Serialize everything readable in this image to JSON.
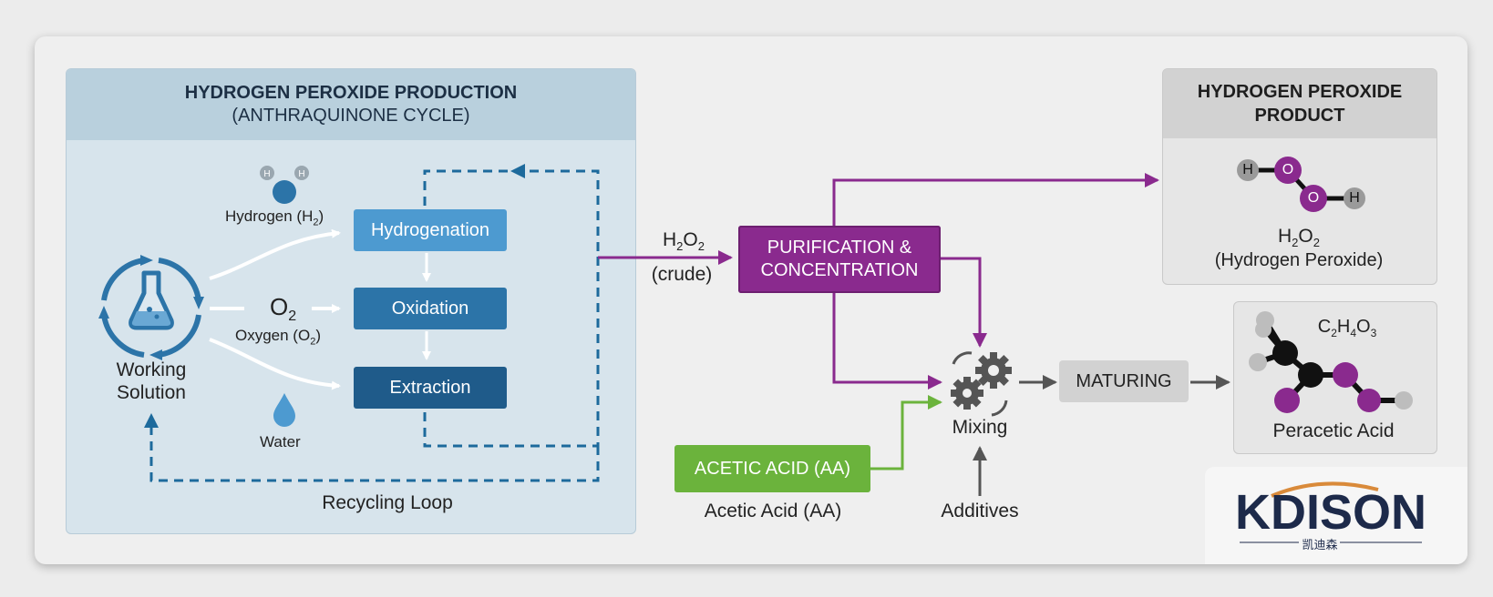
{
  "left_panel": {
    "title": "HYDROGEN PEROXIDE PRODUCTION",
    "subtitle": "(ANTHRAQUINONE CYCLE)",
    "working_solution": [
      "Working",
      "Solution"
    ],
    "hydrogen_atom": "H",
    "hydrogen_label": "Hydrogen (H",
    "hydrogen_sub": "2",
    "hydrogen_close": ")",
    "oxygen_formula": "O",
    "oxygen_formula_sub": "2",
    "oxygen_label": "Oxygen (O",
    "oxygen_sub": "2",
    "oxygen_close": ")",
    "water_label": "Water",
    "steps": [
      "Hydrogenation",
      "Oxidation",
      "Extraction"
    ],
    "recycling_label": "Recycling Loop"
  },
  "crude": {
    "formula_a": "H",
    "sub_a": "2",
    "formula_b": "O",
    "sub_b": "2",
    "label": "(crude)"
  },
  "purification": {
    "line1": "PURIFICATION &",
    "line2": "CONCENTRATION"
  },
  "product_panel": {
    "title_line1": "HYDROGEN PEROXIDE",
    "title_line2": "PRODUCT",
    "atoms": [
      "H",
      "O",
      "O",
      "H"
    ],
    "formula_a": "H",
    "sub_a": "2",
    "formula_b": "O",
    "sub_b": "2",
    "name": "(Hydrogen Peroxide)"
  },
  "mixing_label": "Mixing",
  "maturing_label": "MATURING",
  "acetic_box": "ACETIC ACID (AA)",
  "acetic_label": "Acetic Acid (AA)",
  "additives_label": "Additives",
  "peracetic": {
    "f_c": "C",
    "s_c": "2",
    "f_h": "H",
    "s_h": "4",
    "f_o": "O",
    "s_o": "3",
    "name": "Peracetic Acid"
  },
  "logo": {
    "brand": "KDISON",
    "chinese": "凯迪森"
  },
  "colors": {
    "blue_dark": "#1f5b8a",
    "blue_mid": "#2c74a8",
    "blue_light": "#4d9ad0",
    "purple": "#8a2a8e",
    "green": "#6bb33c",
    "gray_box": "#d2d2d2"
  }
}
